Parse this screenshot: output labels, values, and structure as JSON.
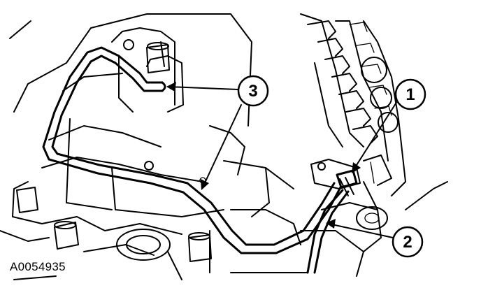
{
  "figure_id": "A0054935",
  "callouts": [
    {
      "label": "1"
    },
    {
      "label": "2"
    },
    {
      "label": "3"
    }
  ],
  "colors": {
    "line": "#000000",
    "background": "#ffffff"
  }
}
